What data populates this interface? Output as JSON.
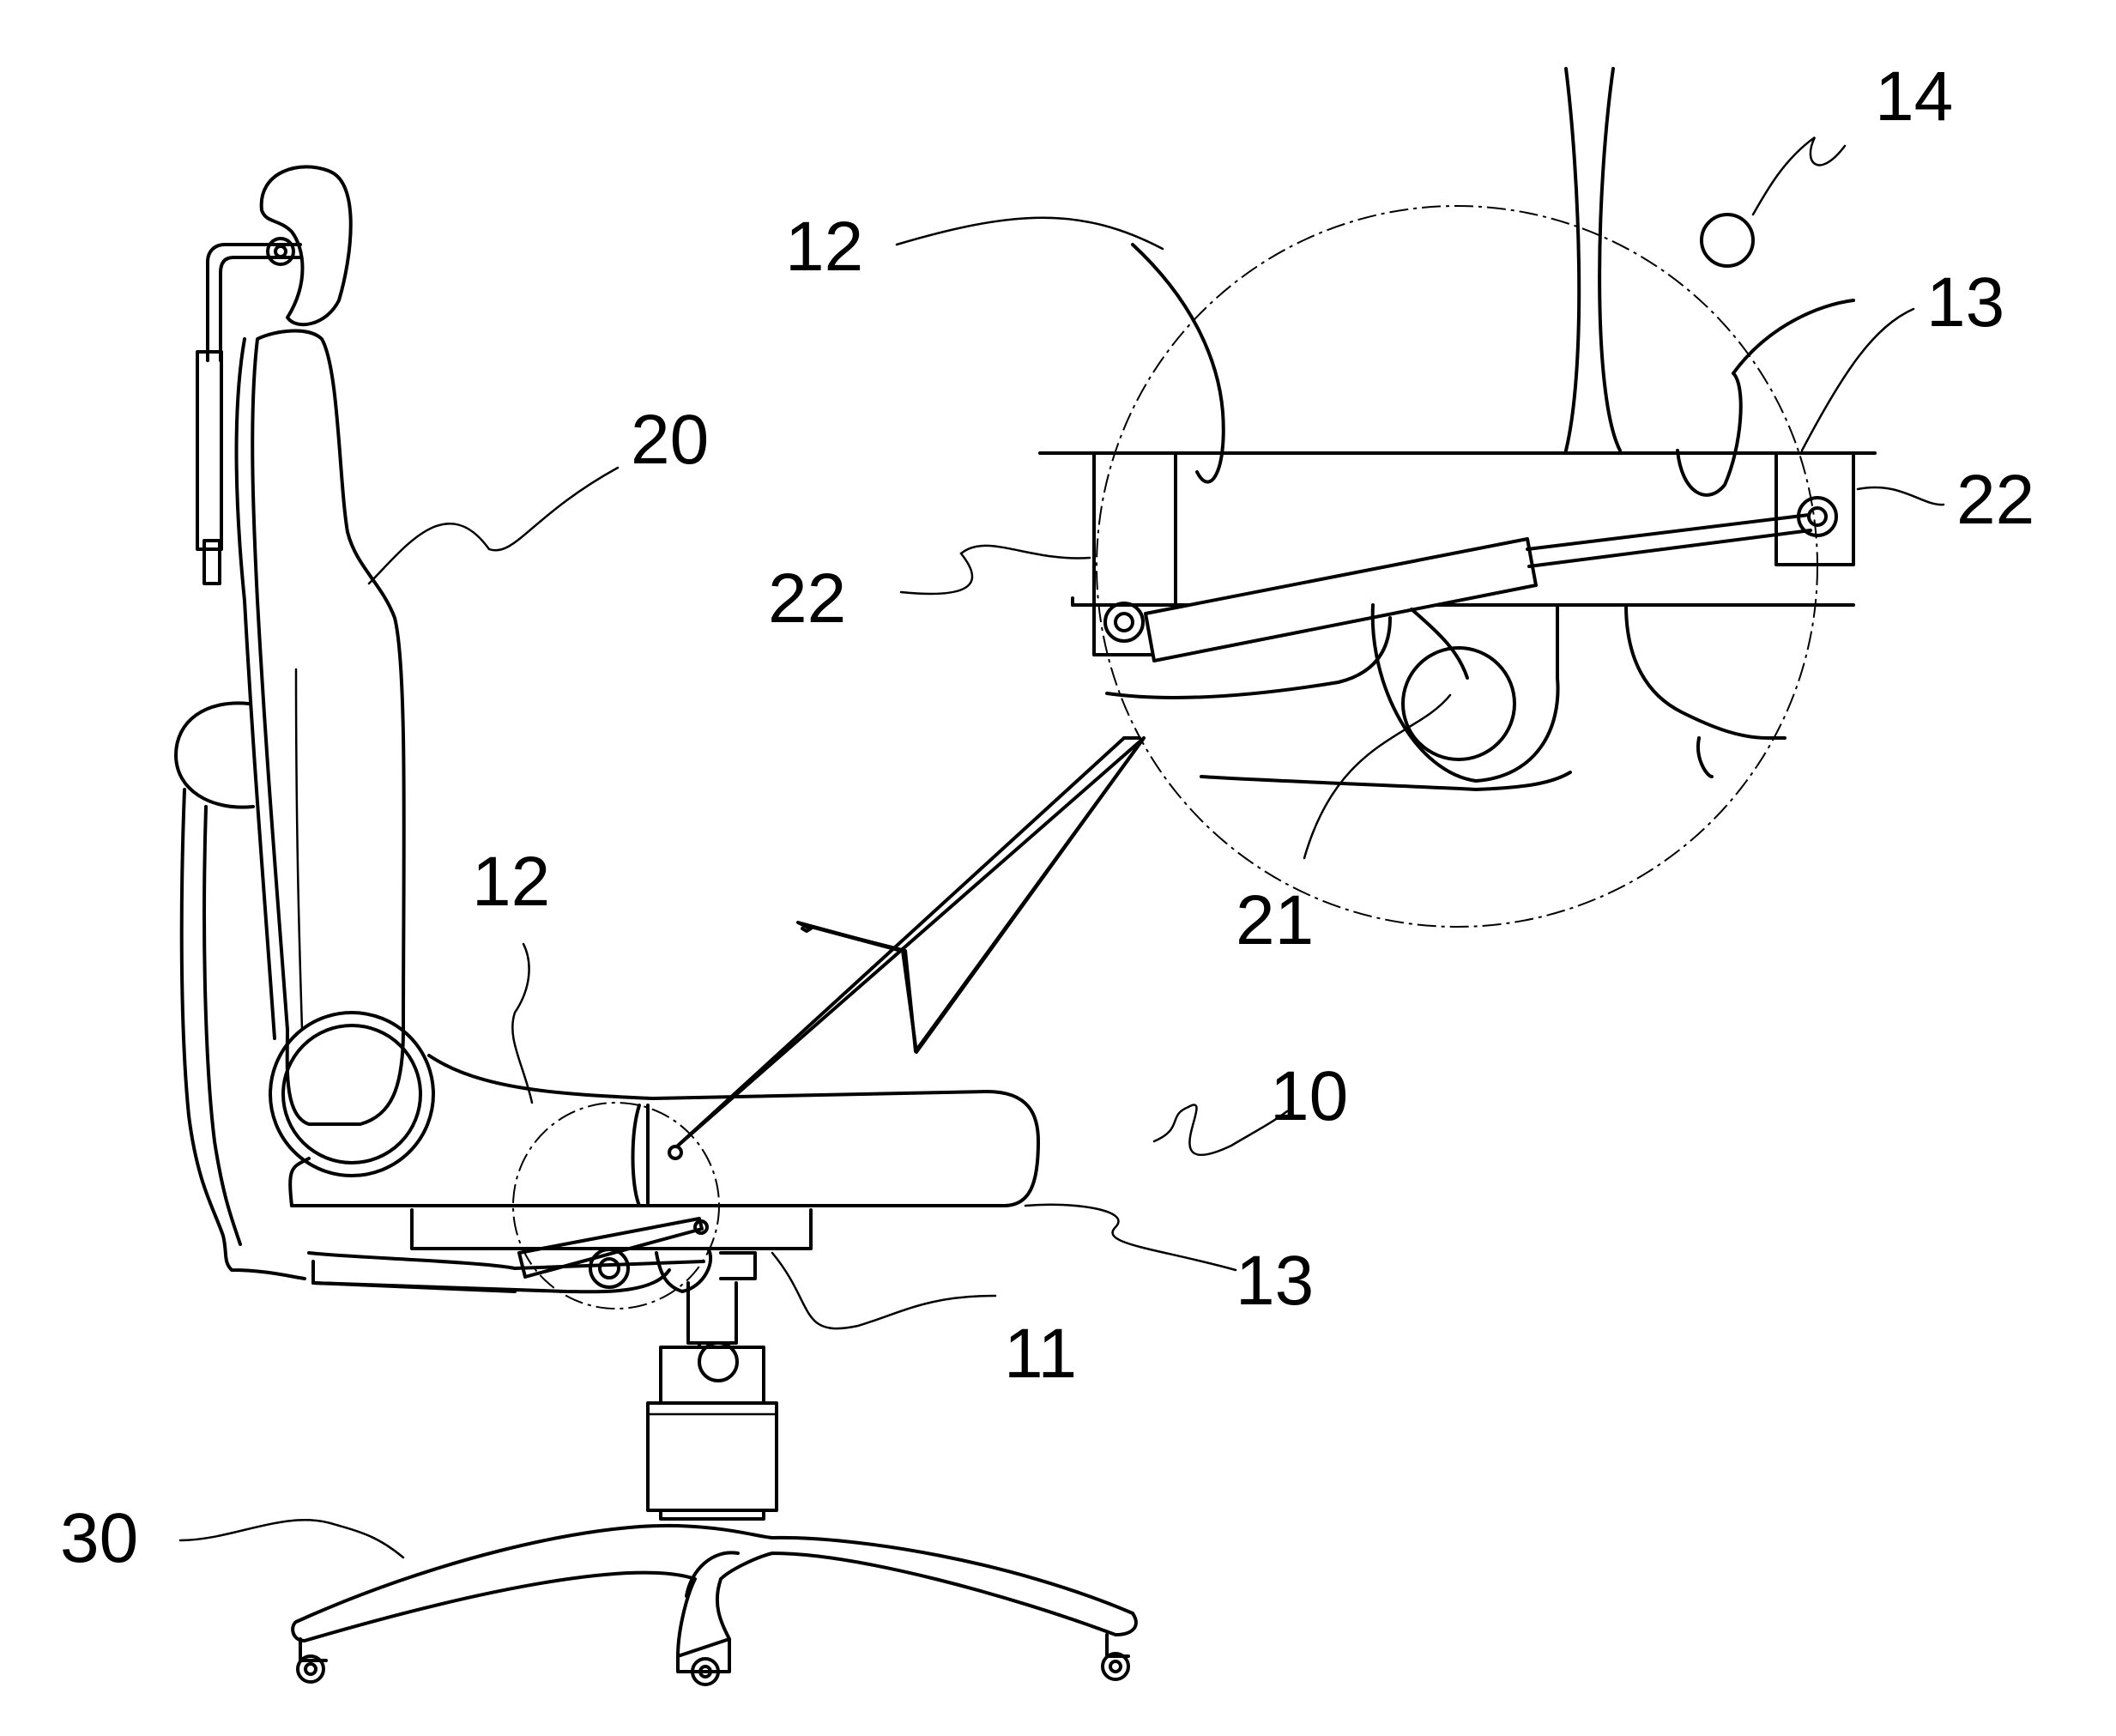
{
  "figure": {
    "labels": {
      "backrest": "20",
      "seat_cushion": "12",
      "seat_front": "10",
      "seat_bottom": "13",
      "support": "11",
      "base": "30",
      "detail_cushion": "12",
      "detail_bottom": "13",
      "detail_knob": "14",
      "bracket_left": "22",
      "bracket_right": "22",
      "pivot": "21"
    }
  }
}
